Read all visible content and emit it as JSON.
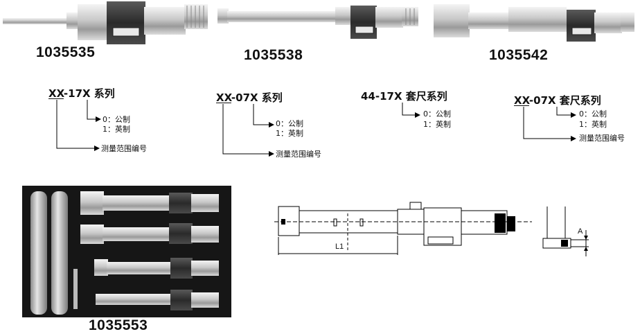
{
  "products": [
    {
      "code": "1035535"
    },
    {
      "code": "1035538"
    },
    {
      "code": "1035542"
    },
    {
      "code": "1035553"
    }
  ],
  "legends": [
    {
      "prefix": "XX",
      "rest": "-17X 系列",
      "line1": "0：公制",
      "line2": "1：英制",
      "line3": "测量范围编号"
    },
    {
      "prefix": "XX",
      "rest": "-07X 系列",
      "line1": "0：公制",
      "line2": "1：英制",
      "line3": "测量范围编号"
    },
    {
      "prefix": "",
      "rest": "44-17X 套尺系列",
      "line1": "0：公制",
      "line2": "1：英制",
      "line3": ""
    },
    {
      "prefix": "XX",
      "rest": "-07X 套尺系列",
      "line1": "0：公制",
      "line2": "1：英制",
      "line3": "测量范围编号"
    }
  ],
  "drawing": {
    "dim_length": "L1",
    "dim_offset": "A"
  }
}
